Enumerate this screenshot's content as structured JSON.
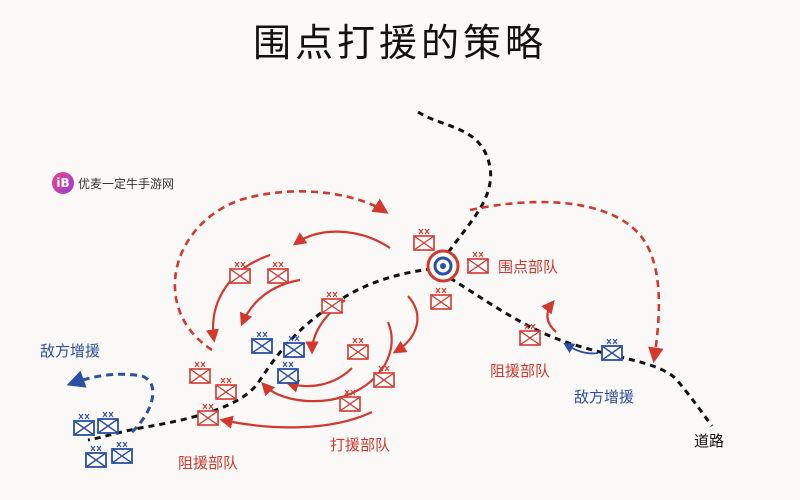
{
  "title": "围点打援的策略",
  "watermark": {
    "logo_text": "iB",
    "text": "优麦一定牛手游网"
  },
  "labels": {
    "encircle": "围点部队",
    "block_right": "阻援部队",
    "enemy_reinforce_right": "敌方增援",
    "enemy_reinforce_left": "敌方增援",
    "block_bottom": "阻援部队",
    "strike": "打援部队",
    "road": "道路"
  },
  "colors": {
    "red": "#d2382d",
    "blue": "#2a4fa3",
    "road": "#111111"
  },
  "icons": [
    "target-icon",
    "unit-icon"
  ]
}
